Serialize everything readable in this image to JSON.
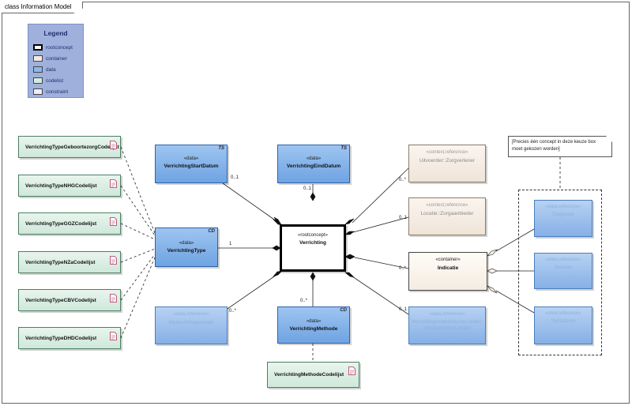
{
  "frame_title": "class Information Model",
  "legend": {
    "title": "Legend",
    "items": [
      {
        "label": "rootconcept",
        "color": "#ffffff",
        "border": "#000000"
      },
      {
        "label": "container",
        "color": "#f3ebe3",
        "border": "#6b5b4b"
      },
      {
        "label": "data",
        "color": "#8db8ea",
        "border": "#2f63a8"
      },
      {
        "label": "codelist",
        "color": "#d4ece0",
        "border": "#4d7f63"
      },
      {
        "label": "constraint",
        "color": "#eeeeff",
        "border": "#444444"
      }
    ]
  },
  "codelists": [
    {
      "name": "VerrichtingTypeGeboortezorgCodelijst"
    },
    {
      "name": "VerrichtingTypeNHGCodelijst"
    },
    {
      "name": "VerrichtingTypeGGZCodelijst"
    },
    {
      "name": "VerrichtingTypeNZaCodelijst"
    },
    {
      "name": "VerrichtingTypeCBVCodelijst"
    },
    {
      "name": "VerrichtingTypeDHDCodelijst"
    }
  ],
  "methode_codelist": {
    "name": "VerrichtingMethodeCodelijst"
  },
  "boxes": {
    "startdatum": {
      "stereo": "«data»",
      "name": "VerrichtingStartDatum",
      "tag": "TS"
    },
    "einddatum": {
      "stereo": "«data»",
      "name": "VerrichtingEindDatum",
      "tag": "TS"
    },
    "type": {
      "stereo": "«data»",
      "name": "VerrichtingType",
      "tag": "CD"
    },
    "medisch": {
      "stereo": "«data,reference»",
      "name": "MedischHulpmiddel"
    },
    "methode": {
      "stereo": "«data»",
      "name": "VerrichtingMethode",
      "tag": "CD"
    },
    "root": {
      "stereo": "«rootconcept»",
      "name": "Verrichting"
    },
    "uitvoerder": {
      "stereo": "«context,reference»",
      "name": "Uitvoerder::Zorgverlener"
    },
    "locatie": {
      "stereo": "«context,reference»",
      "name": "Locatie::Zorgaanbieder"
    },
    "indicatie": {
      "stereo": "«container»",
      "name": "Indicatie"
    },
    "anatomisch": {
      "stereo": "«data,reference»",
      "name_1": "VerrichtingAnatomischeLocatie:",
      "name_2": ":AnatomischeLocatie"
    },
    "diagnose": {
      "stereo": "«data,reference»",
      "name": "Diagnose"
    },
    "reactie": {
      "stereo": "«data,reference»",
      "name": "Reactie"
    },
    "symptoom": {
      "stereo": "«data,reference»",
      "name": "Symptoom"
    }
  },
  "multiplicities": {
    "startdatum": "0..1",
    "einddatum": "0..1",
    "type": "1",
    "medisch": "0..*",
    "methode": "0..*",
    "uitvoerder": "0..*",
    "locatie": "0..1",
    "indicatie": "0..*",
    "anatomisch": "0..1"
  },
  "note": {
    "text": "[Precies één concept in deze keuze box moet gekozen worden]"
  }
}
